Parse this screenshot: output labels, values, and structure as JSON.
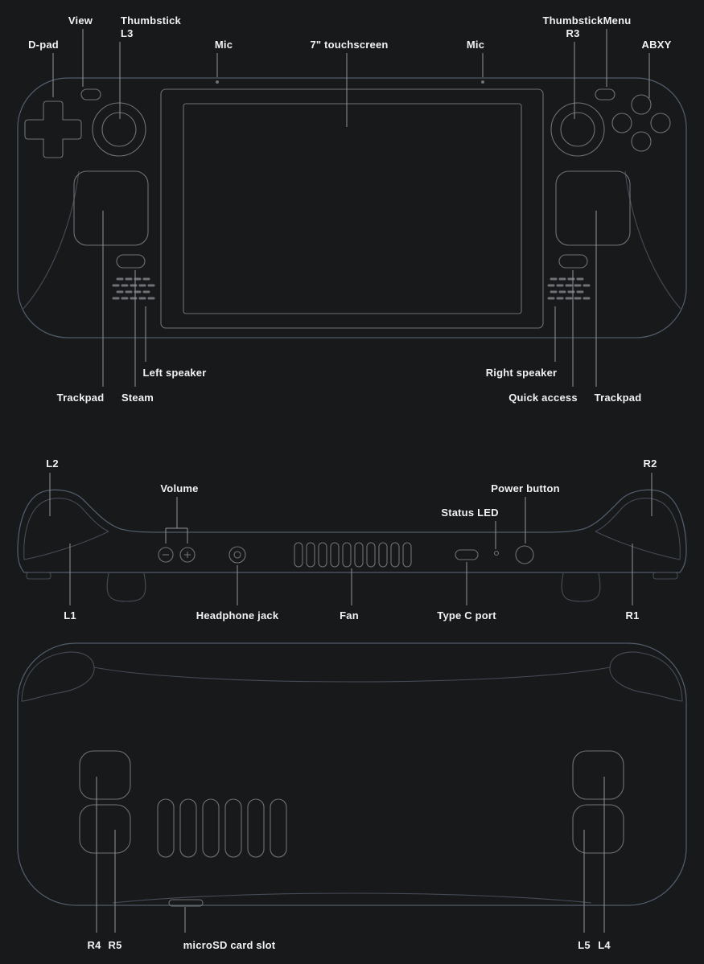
{
  "colors": {
    "background": "#18191b",
    "body_outline": "#505c6a",
    "detail_outline": "#6e7176",
    "seam_outline": "#454c56",
    "leader_line": "#8f9297",
    "label_text": "#f1f2f3"
  },
  "front": {
    "labels": {
      "view": "View",
      "thumbstick_left_line1": "Thumbstick",
      "thumbstick_left_line2": "L3",
      "dpad": "D-pad",
      "mic_left": "Mic",
      "touchscreen": "7\" touchscreen",
      "mic_right": "Mic",
      "thumbstick_right_line1": "Thumbstick",
      "thumbstick_right_line2": "R3",
      "menu": "Menu",
      "abxy": "ABXY",
      "left_speaker": "Left speaker",
      "trackpad_left": "Trackpad",
      "steam": "Steam",
      "right_speaker": "Right speaker",
      "quick_access": "Quick access",
      "trackpad_right": "Trackpad"
    }
  },
  "top": {
    "labels": {
      "l2": "L2",
      "volume": "Volume",
      "status_led": "Status LED",
      "power_button": "Power button",
      "r2": "R2",
      "l1": "L1",
      "headphone_jack": "Headphone jack",
      "fan": "Fan",
      "type_c_port": "Type C port",
      "r1": "R1"
    },
    "icons": {
      "volume_minus": "minus-glyph",
      "volume_plus": "plus-glyph"
    }
  },
  "back": {
    "labels": {
      "r4": "R4",
      "r5": "R5",
      "microsd": "microSD card slot",
      "l5": "L5",
      "l4": "L4"
    }
  }
}
